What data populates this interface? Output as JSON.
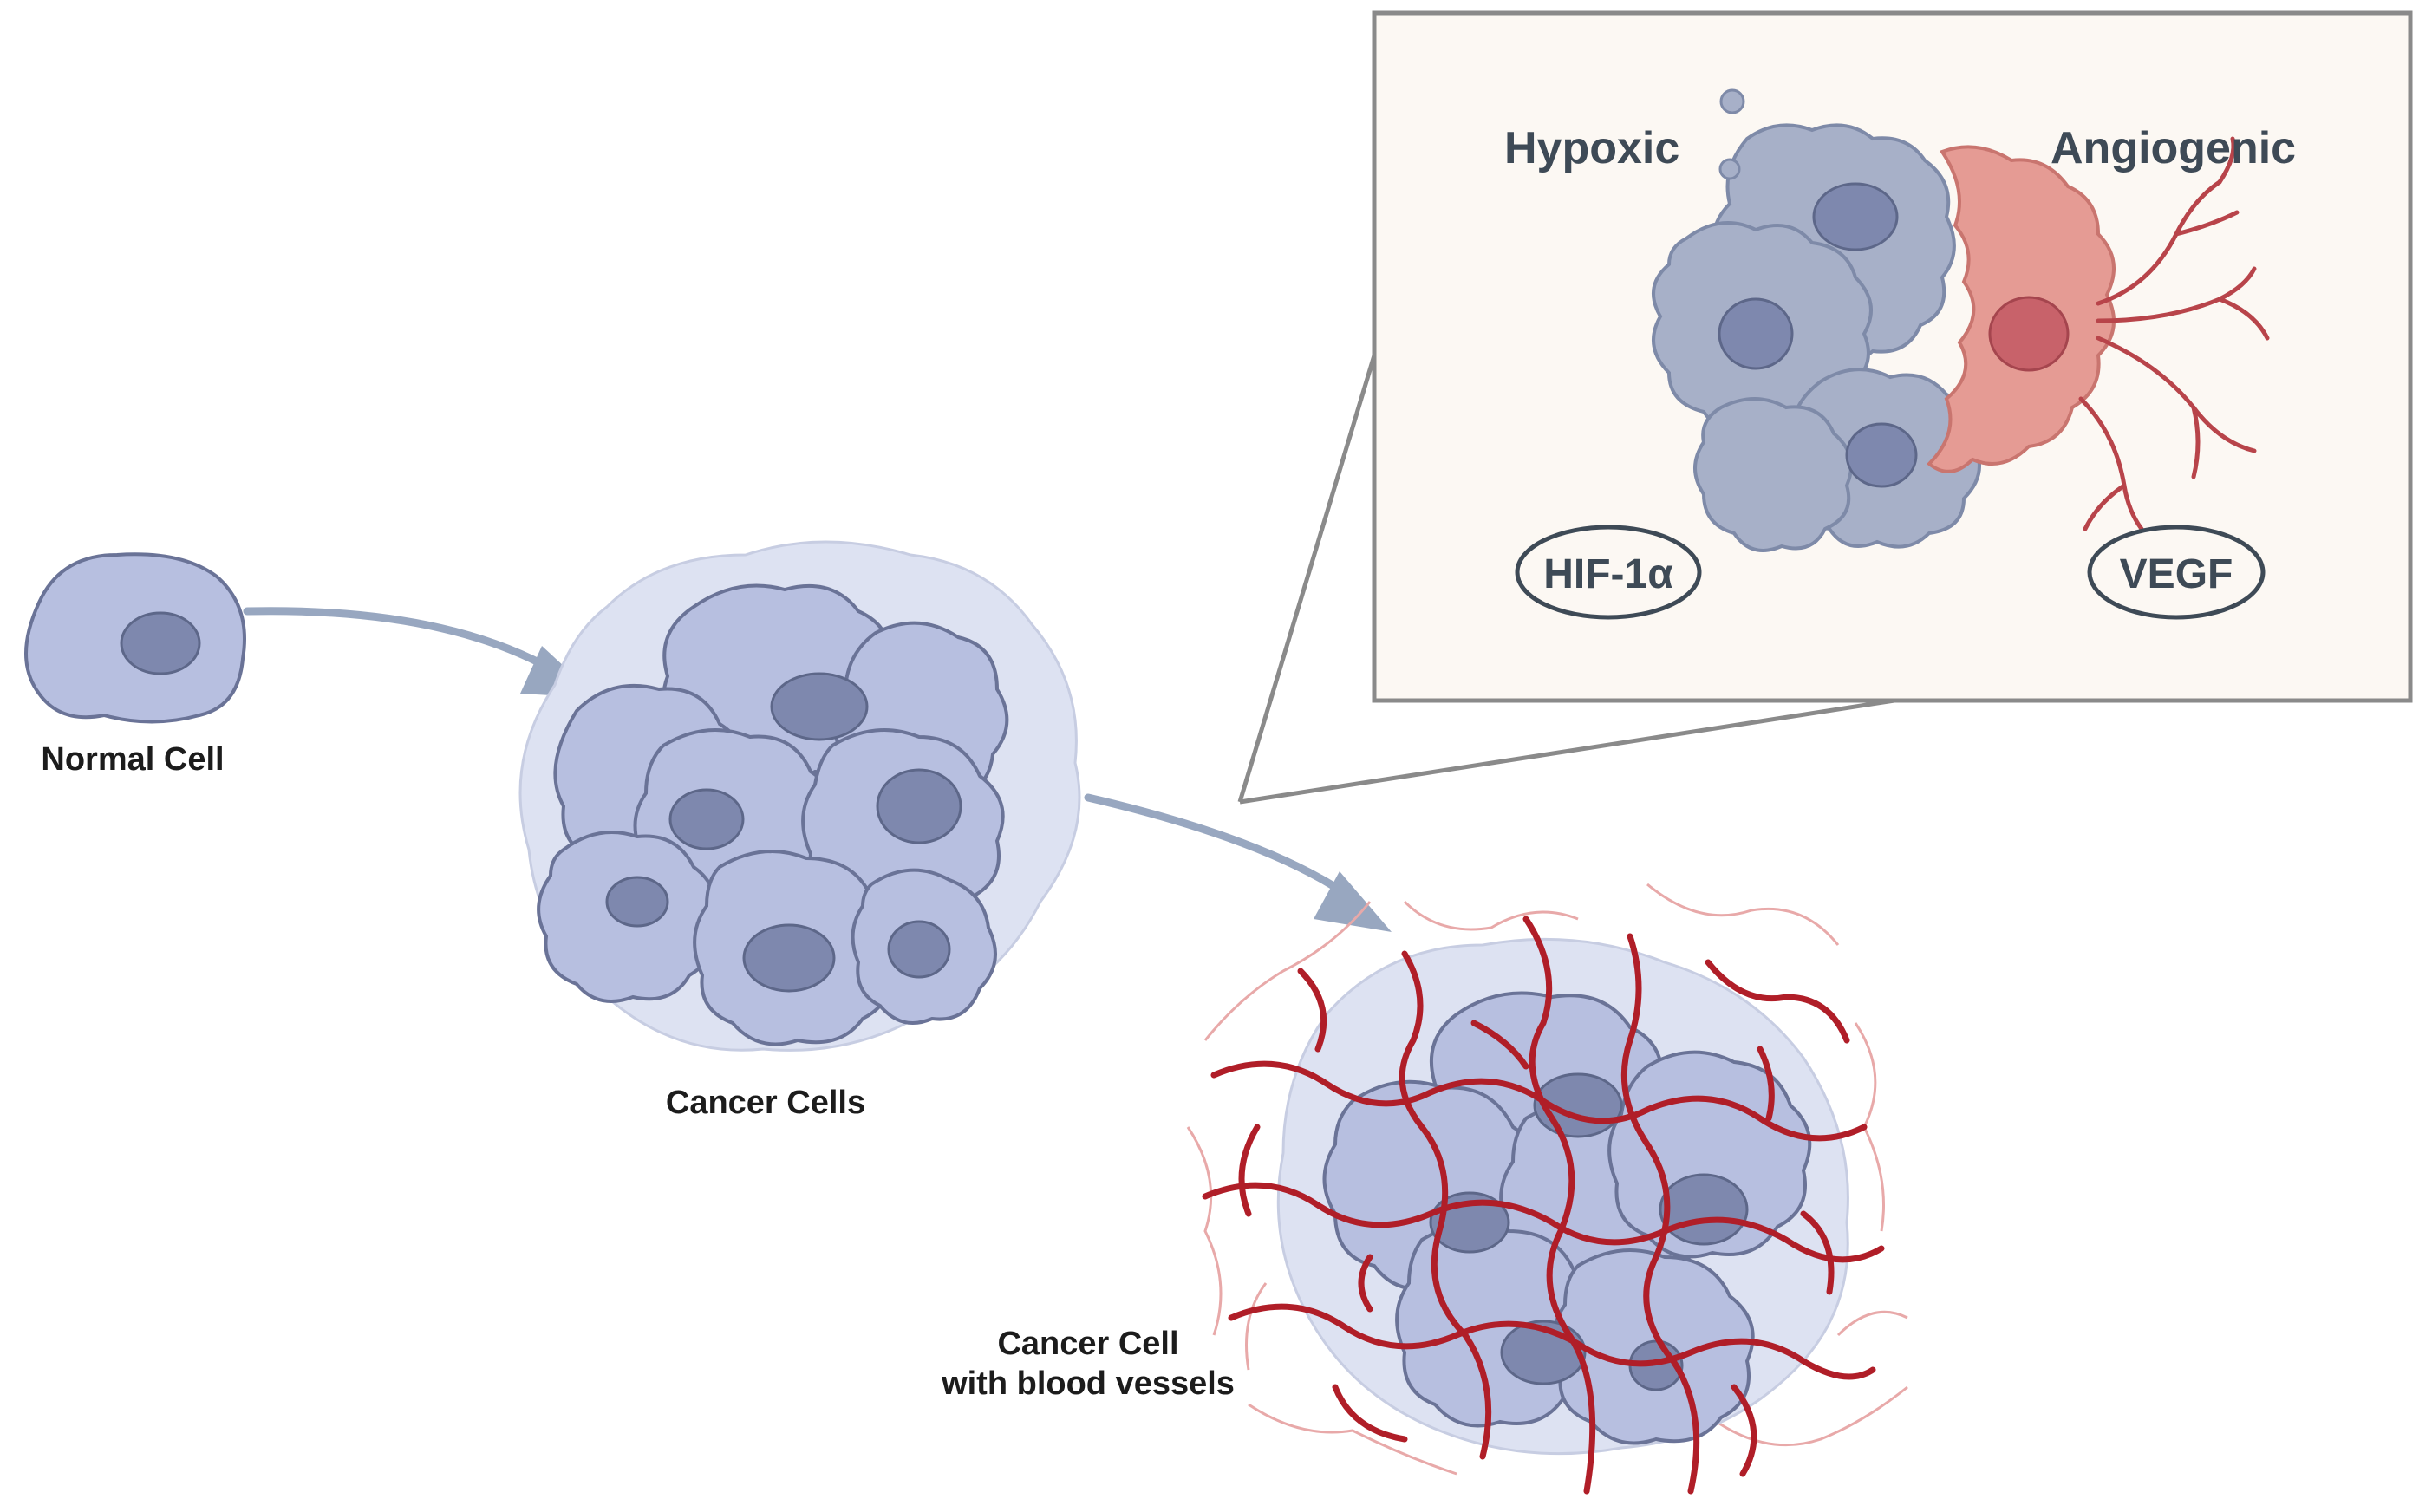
{
  "labels": {
    "normal_cell": "Normal Cell",
    "cancer_cells": "Cancer Cells",
    "vascular_line1": "Cancer Cell",
    "vascular_line2": "with blood vessels"
  },
  "inset": {
    "hypoxic": "Hypoxic",
    "angiogenic": "Angiogenic",
    "hif": "HIF-1α",
    "vegf": "VEGF"
  },
  "colors": {
    "cell_fill": "#b7bfe0",
    "cell_fill_light": "#ccd3ec",
    "cell_stroke": "#6a7397",
    "nucleus": "#7e88ae",
    "hypoxic_fill": "#a7b0c8",
    "angiogenic_fill": "#e59b94",
    "vessel": "#b01e28",
    "vessel_faint": "#e8a9a9",
    "arrow": "#98a7c0",
    "inset_bg": "#fcf8f3",
    "inset_border": "#8a8a8a",
    "text": "#1c1c1c",
    "inset_text": "#3e4a56"
  }
}
